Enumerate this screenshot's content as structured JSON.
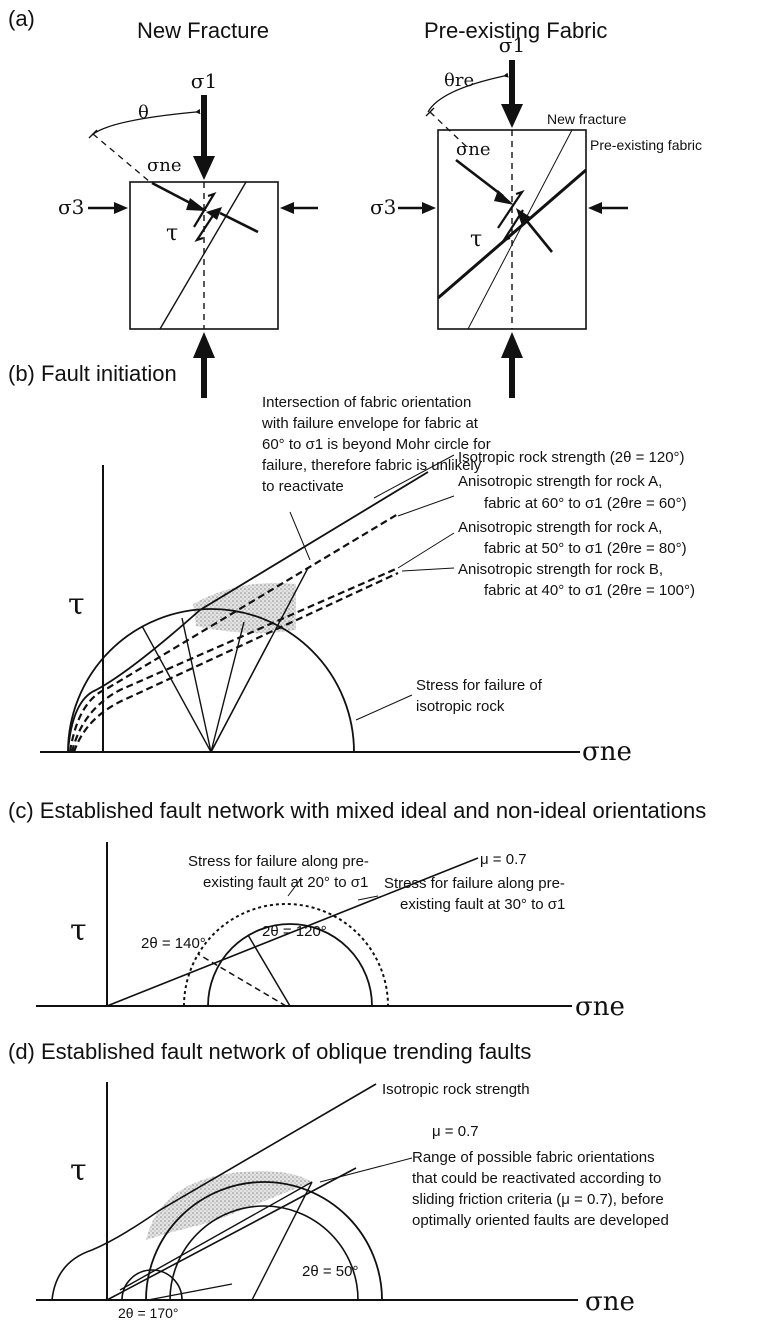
{
  "panel_a": {
    "tag": "(a)",
    "left_title": "New Fracture",
    "right_title": "Pre-existing Fabric",
    "sigma1": "σ1",
    "sigma3": "σ3",
    "sigma_ne": "σne",
    "tau": "τ",
    "theta": "θ",
    "theta_re": "θre",
    "new_fracture_label": "New fracture",
    "fabric_label": "Pre-existing fabric"
  },
  "panel_b": {
    "title": "(b)  Fault initiation",
    "note": [
      "Intersection of fabric orientation",
      "with failure envelope for fabric at",
      "60° to σ1 is beyond Mohr circle for",
      "failure, therefore fabric is unlikely",
      "to reactivate"
    ],
    "iso": "Isotropic rock strength (2θ = 120°)",
    "anisoA60": [
      "Anisotropic strength for rock A,",
      "fabric at 60° to σ1 (2θre = 60°)"
    ],
    "anisoA50": [
      "Anisotropic strength for rock A,",
      "fabric at 50° to σ1 (2θre = 80°)"
    ],
    "anisoB40": [
      "Anisotropic strength for rock B,",
      "fabric at 40° to σ1 (2θre = 100°)"
    ],
    "stress": [
      "Stress for failure of",
      "isotropic rock"
    ],
    "tau": "τ",
    "xaxis": "σne"
  },
  "panel_c": {
    "title": "(c)  Established fault network with mixed ideal and non-ideal orientations",
    "stress20": [
      "Stress for failure along pre-",
      "existing fault at 20° to σ1"
    ],
    "stress30": [
      "Stress for failure along pre-",
      "existing fault at 30° to σ1"
    ],
    "mu": "μ = 0.7",
    "a140": "2θ = 140°",
    "a120": "2θ = 120°",
    "tau": "τ",
    "xaxis": "σne"
  },
  "panel_d": {
    "title": "(d)  Established fault network of oblique trending faults",
    "iso": "Isotropic rock strength",
    "mu": "μ = 0.7",
    "range": [
      "Range of possible fabric orientations",
      "that could be reactivated according to",
      "sliding friction criteria (μ = 0.7), before",
      "optimally oriented faults are developed"
    ],
    "a50": "2θ = 50°",
    "a170": "2θ = 170°",
    "tau": "τ",
    "xaxis": "σne"
  }
}
